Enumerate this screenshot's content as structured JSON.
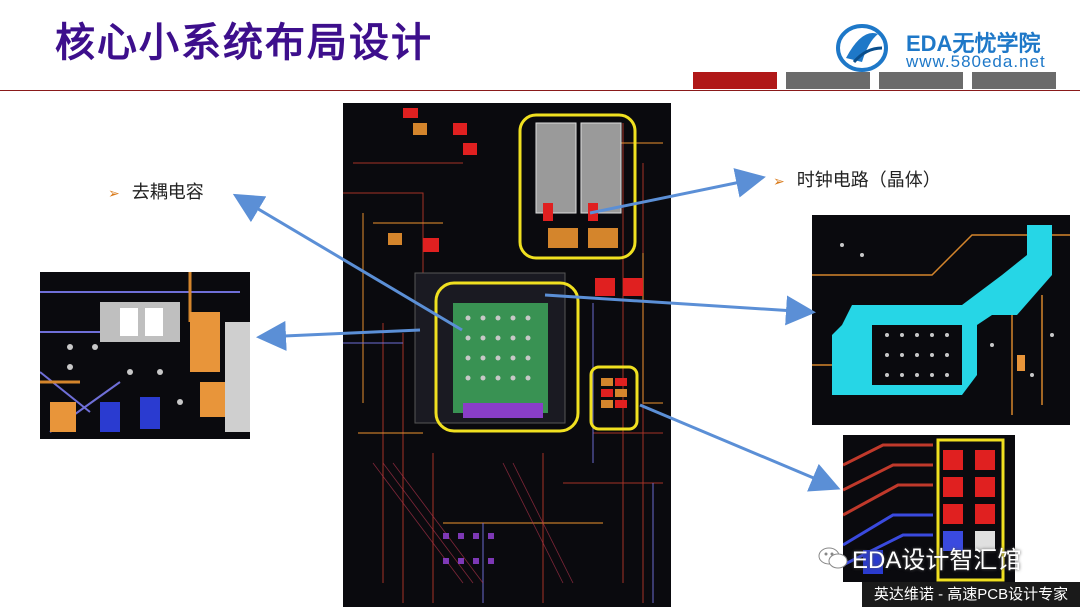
{
  "header": {
    "title": "核心小系统布局设计",
    "brand_name": "EDA无忧学院",
    "brand_url": "www.580eda.net"
  },
  "labels": {
    "decoupling": "去耦电容",
    "clock": "时钟电路（晶体）"
  },
  "watermark": {
    "text": "EDA设计智汇馆",
    "icon": "wechat-icon"
  },
  "footer": {
    "text": "英达维诺 - 高速PCB设计专家"
  },
  "colors": {
    "title": "#3d0f8c",
    "brand": "#1e78c8",
    "accent_bar": "#b01818",
    "gray_bar": "#6b6b6b",
    "highlight_ring": "#f0e020",
    "arrow": "#5b8fd6"
  }
}
